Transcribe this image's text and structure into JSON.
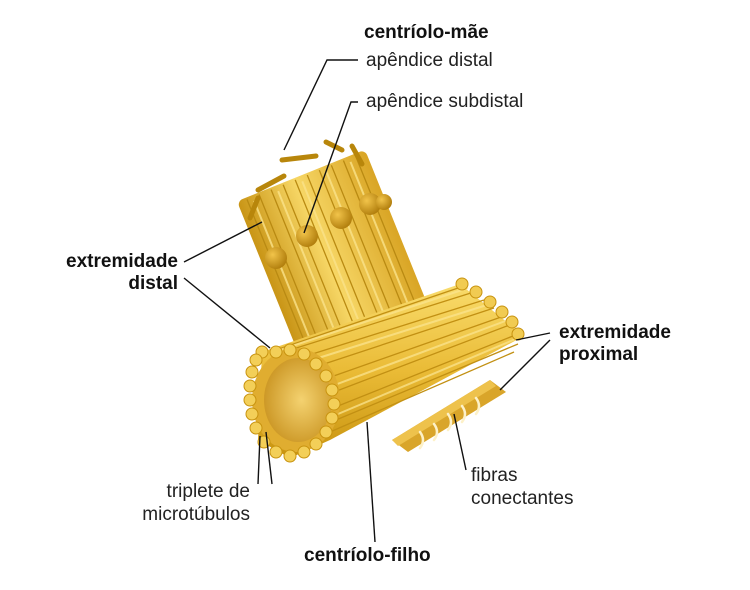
{
  "labels": {
    "mother_centriole": "centríolo-mãe",
    "distal_appendage": "apêndice distal",
    "subdistal_appendage": "apêndice subdistal",
    "distal_end_1": "extremidade",
    "distal_end_2": "distal",
    "proximal_end_1": "extremidade",
    "proximal_end_2": "proximal",
    "triplet_1": "triplete de",
    "triplet_2": "microtúbulos",
    "fibers_1": "fibras",
    "fibers_2": "conectantes",
    "daughter_centriole": "centríolo-filho"
  },
  "colors": {
    "tube_light": "#f6d35a",
    "tube_mid": "#e7b52c",
    "tube_dark": "#c08d12",
    "appendage": "#b8860b",
    "lumen": "#d9a22a",
    "leader": "#111111"
  }
}
